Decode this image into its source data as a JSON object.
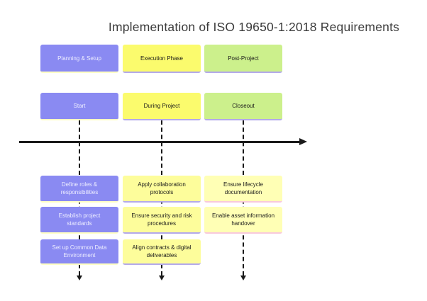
{
  "title": "Implementation of ISO 19650-1:2018 Requirements",
  "colors": {
    "purple": "#8a8af2",
    "purple_accent": "#ffffc4",
    "yellow": "#fbfb6d",
    "pale_yellow": "#fdfd9b",
    "cream_yellow": "#ffffb5",
    "green": "#ccf08c",
    "lavender_accent": "#b3a9ea",
    "pink_accent": "#f8c9dc",
    "line": "#1a1a1a"
  },
  "columns": [
    {
      "phase": "Planning & Setup",
      "milestone": "Start",
      "tasks": [
        "Define roles & responsibilities",
        "Establish project standards",
        "Set up Common Data Environment"
      ]
    },
    {
      "phase": "Execution Phase",
      "milestone": "During Project",
      "tasks": [
        "Apply collaboration protocols",
        "Ensure security and risk procedures",
        "Align contracts & digital deliverables"
      ]
    },
    {
      "phase": "Post-Project",
      "milestone": "Closeout",
      "tasks": [
        "Ensure lifecycle documentation",
        "Enable asset information handover"
      ]
    }
  ]
}
